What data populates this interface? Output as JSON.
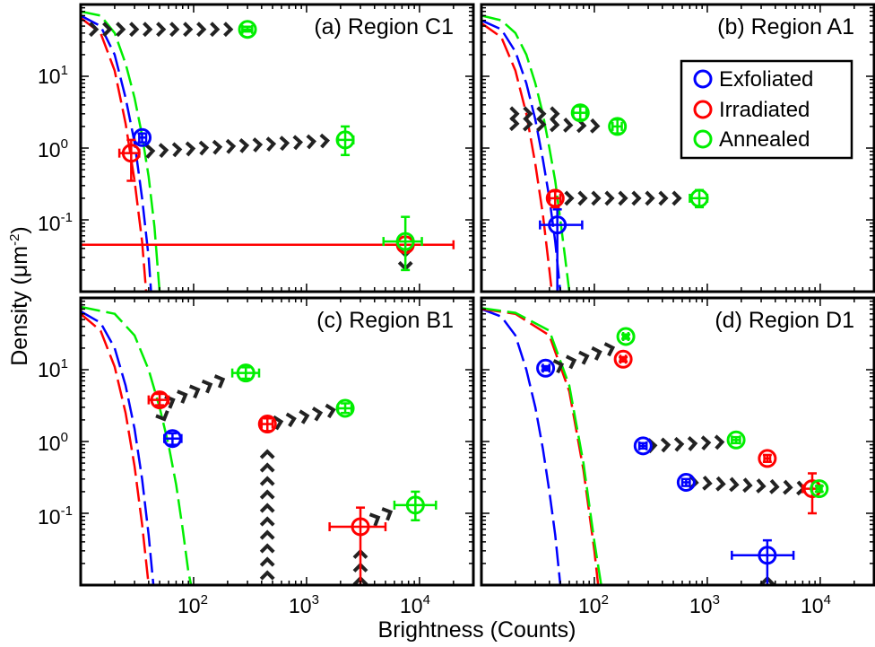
{
  "figure": {
    "xlabel": "Brightness (Counts)",
    "ylabel_main": "Density (μm",
    "ylabel_sup": "-2",
    "ylabel_close": ")",
    "legend": [
      {
        "name": "Exfoliated",
        "color": "#0000ff"
      },
      {
        "name": "Irradiated",
        "color": "#ff0000"
      },
      {
        "name": "Annealed",
        "color": "#00ee00"
      }
    ],
    "x_tick_labels": [
      {
        "base": "10",
        "exp": "2"
      },
      {
        "base": "10",
        "exp": "3"
      },
      {
        "base": "10",
        "exp": "4"
      }
    ],
    "y_tick_labels": [
      {
        "base": "10",
        "exp": "1"
      },
      {
        "base": "10",
        "exp": "0"
      },
      {
        "base": "10",
        "exp": "-1"
      }
    ]
  },
  "colors": {
    "exfoliated": "#0000ff",
    "irradiated": "#ff0000",
    "annealed": "#00ee00",
    "arrow": "#222222"
  },
  "chart_data": [
    {
      "type": "scatter",
      "title": "(a) Region C1",
      "xscale": "log",
      "yscale": "log",
      "xlim": [
        10,
        30000
      ],
      "ylim": [
        0.01,
        100
      ],
      "series": [
        {
          "name": "Exfoliated",
          "points": [
            {
              "x": 35,
              "y": 1.4,
              "xerr": [
                33,
                38
              ],
              "yerr": [
                1.2,
                1.6
              ]
            }
          ]
        },
        {
          "name": "Irradiated",
          "points": [
            {
              "x": 28,
              "y": 0.85,
              "xerr": [
                22,
                33
              ],
              "yerr": [
                0.35,
                1.3
              ]
            },
            {
              "x": 7500,
              "y": 0.045,
              "xerr": [
                10,
                20000
              ],
              "yerr": [
                0.045,
                0.045
              ]
            }
          ]
        },
        {
          "name": "Annealed",
          "points": [
            {
              "x": 300,
              "y": 45,
              "xerr": [
                270,
                330
              ],
              "yerr": [
                42,
                49
              ]
            },
            {
              "x": 2200,
              "y": 1.3,
              "xerr": [
                1900,
                2600
              ],
              "yerr": [
                0.8,
                2.0
              ]
            },
            {
              "x": 7500,
              "y": 0.05,
              "xerr": [
                4800,
                10500
              ],
              "yerr": [
                0.02,
                0.11
              ]
            }
          ]
        }
      ],
      "fits": [
        {
          "name": "Exfoliated",
          "curve": [
            [
              10,
              70
            ],
            [
              15,
              50
            ],
            [
              20,
              20
            ],
            [
              25,
              5
            ],
            [
              30,
              1.2
            ],
            [
              35,
              0.2
            ],
            [
              40,
              0.03
            ],
            [
              42,
              0.01
            ]
          ]
        },
        {
          "name": "Irradiated",
          "curve": [
            [
              10,
              65
            ],
            [
              15,
              40
            ],
            [
              20,
              12
            ],
            [
              25,
              2.2
            ],
            [
              30,
              0.35
            ],
            [
              35,
              0.05
            ],
            [
              38,
              0.01
            ]
          ]
        },
        {
          "name": "Annealed",
          "curve": [
            [
              10,
              80
            ],
            [
              15,
              70
            ],
            [
              20,
              40
            ],
            [
              25,
              15
            ],
            [
              30,
              5
            ],
            [
              35,
              1.5
            ],
            [
              40,
              0.4
            ],
            [
              45,
              0.08
            ],
            [
              50,
              0.01
            ]
          ]
        }
      ],
      "transitions": [
        {
          "from": [
            12,
            45
          ],
          "to": [
            280,
            45
          ]
        },
        {
          "from": [
            38,
            0.9
          ],
          "to": [
            2000,
            1.3
          ]
        },
        {
          "from": [
            7500,
            0.04
          ],
          "to": [
            7500,
            0.012
          ]
        }
      ]
    },
    {
      "type": "scatter",
      "title": "(b) Region A1",
      "xscale": "log",
      "yscale": "log",
      "xlim": [
        10,
        30000
      ],
      "ylim": [
        0.01,
        100
      ],
      "legend_position": "top-right",
      "series": [
        {
          "name": "Exfoliated",
          "points": [
            {
              "x": 47,
              "y": 0.085,
              "xerr": [
                33,
                78
              ],
              "yerr": [
                0.01,
                0.14
              ]
            }
          ]
        },
        {
          "name": "Irradiated",
          "points": [
            {
              "x": 45,
              "y": 0.2,
              "xerr": [
                40,
                50
              ],
              "yerr": [
                0.15,
                0.25
              ]
            }
          ]
        },
        {
          "name": "Annealed",
          "points": [
            {
              "x": 75,
              "y": 3.1,
              "xerr": [
                65,
                85
              ],
              "yerr": [
                2.5,
                3.8
              ]
            },
            {
              "x": 160,
              "y": 2.0,
              "xerr": [
                145,
                175
              ],
              "yerr": [
                1.6,
                2.5
              ]
            },
            {
              "x": 850,
              "y": 0.2,
              "xerr": [
                700,
                1000
              ],
              "yerr": [
                0.15,
                0.26
              ]
            }
          ]
        }
      ],
      "fits": [
        {
          "name": "Exfoliated",
          "curve": [
            [
              10,
              60
            ],
            [
              15,
              45
            ],
            [
              20,
              22
            ],
            [
              25,
              8
            ],
            [
              30,
              2.5
            ],
            [
              35,
              0.7
            ],
            [
              40,
              0.2
            ],
            [
              45,
              0.05
            ],
            [
              50,
              0.01
            ]
          ]
        },
        {
          "name": "Irradiated",
          "curve": [
            [
              10,
              55
            ],
            [
              15,
              35
            ],
            [
              20,
              12
            ],
            [
              25,
              3
            ],
            [
              30,
              0.6
            ],
            [
              35,
              0.12
            ],
            [
              40,
              0.02
            ],
            [
              42,
              0.01
            ]
          ]
        },
        {
          "name": "Annealed",
          "curve": [
            [
              10,
              70
            ],
            [
              15,
              60
            ],
            [
              20,
              40
            ],
            [
              25,
              20
            ],
            [
              30,
              8
            ],
            [
              35,
              3
            ],
            [
              40,
              1.0
            ],
            [
              45,
              0.35
            ],
            [
              50,
              0.1
            ],
            [
              55,
              0.03
            ],
            [
              60,
              0.01
            ]
          ]
        }
      ],
      "transitions": [
        {
          "from": [
            18,
            3.0
          ],
          "to": [
            65,
            3.0
          ]
        },
        {
          "from": [
            18,
            2.2
          ],
          "to": [
            140,
            2.0
          ]
        },
        {
          "from": [
            55,
            0.2
          ],
          "to": [
            750,
            0.2
          ]
        }
      ]
    },
    {
      "type": "scatter",
      "title": "(c) Region B1",
      "xscale": "log",
      "yscale": "log",
      "xlim": [
        10,
        30000
      ],
      "ylim": [
        0.01,
        100
      ],
      "series": [
        {
          "name": "Exfoliated",
          "points": [
            {
              "x": 65,
              "y": 1.1,
              "xerr": [
                55,
                78
              ],
              "yerr": [
                0.9,
                1.3
              ]
            }
          ]
        },
        {
          "name": "Irradiated",
          "points": [
            {
              "x": 50,
              "y": 3.8,
              "xerr": [
                40,
                60
              ],
              "yerr": [
                3.2,
                4.6
              ]
            },
            {
              "x": 450,
              "y": 1.75,
              "xerr": [
                400,
                500
              ],
              "yerr": [
                1.4,
                2.1
              ]
            },
            {
              "x": 3000,
              "y": 0.065,
              "xerr": [
                1600,
                5000
              ],
              "yerr": [
                0.01,
                0.12
              ]
            }
          ]
        },
        {
          "name": "Annealed",
          "points": [
            {
              "x": 290,
              "y": 9.0,
              "xerr": [
                220,
                380
              ],
              "yerr": [
                7.5,
                10.8
              ]
            },
            {
              "x": 2200,
              "y": 2.9,
              "xerr": [
                1900,
                2500
              ],
              "yerr": [
                2.5,
                3.4
              ]
            },
            {
              "x": 9200,
              "y": 0.13,
              "xerr": [
                6000,
                14000
              ],
              "yerr": [
                0.08,
                0.2
              ]
            }
          ]
        }
      ],
      "fits": [
        {
          "name": "Exfoliated",
          "curve": [
            [
              10,
              65
            ],
            [
              15,
              45
            ],
            [
              20,
              20
            ],
            [
              25,
              6
            ],
            [
              30,
              1.5
            ],
            [
              35,
              0.3
            ],
            [
              40,
              0.05
            ],
            [
              44,
              0.01
            ]
          ]
        },
        {
          "name": "Irradiated",
          "curve": [
            [
              10,
              60
            ],
            [
              15,
              35
            ],
            [
              20,
              11
            ],
            [
              25,
              2.5
            ],
            [
              30,
              0.45
            ],
            [
              35,
              0.07
            ],
            [
              40,
              0.01
            ]
          ]
        },
        {
          "name": "Annealed",
          "curve": [
            [
              10,
              75
            ],
            [
              20,
              60
            ],
            [
              30,
              30
            ],
            [
              40,
              10
            ],
            [
              50,
              3
            ],
            [
              60,
              0.9
            ],
            [
              70,
              0.25
            ],
            [
              80,
              0.06
            ],
            [
              90,
              0.015
            ],
            [
              95,
              0.01
            ]
          ]
        }
      ],
      "transitions": [
        {
          "from": [
            58,
            3.5
          ],
          "to": [
            250,
            9.0
          ]
        },
        {
          "from": [
            52,
            2.5
          ],
          "to": [
            60,
            1.5
          ]
        },
        {
          "from": [
            450,
            0.012
          ],
          "to": [
            450,
            1.3
          ]
        },
        {
          "from": [
            520,
            1.8
          ],
          "to": [
            2000,
            2.9
          ]
        },
        {
          "from": [
            3000,
            0.01
          ],
          "to": [
            3000,
            0.045
          ]
        },
        {
          "from": [
            3800,
            0.08
          ],
          "to": [
            7500,
            0.13
          ]
        }
      ]
    },
    {
      "type": "scatter",
      "title": "(d) Region D1",
      "xscale": "log",
      "yscale": "log",
      "xlim": [
        10,
        30000
      ],
      "ylim": [
        0.01,
        100
      ],
      "series": [
        {
          "name": "Exfoliated",
          "points": [
            {
              "x": 37,
              "y": 10.5,
              "xerr": [
                35,
                40
              ],
              "yerr": [
                9.8,
                11.2
              ]
            },
            {
              "x": 270,
              "y": 0.87,
              "xerr": [
                250,
                290
              ],
              "yerr": [
                0.8,
                0.95
              ]
            },
            {
              "x": 650,
              "y": 0.27,
              "xerr": [
                600,
                700
              ],
              "yerr": [
                0.24,
                0.3
              ]
            },
            {
              "x": 3400,
              "y": 0.026,
              "xerr": [
                1650,
                5800
              ],
              "yerr": [
                0.01,
                0.042
              ]
            }
          ]
        },
        {
          "name": "Irradiated",
          "points": [
            {
              "x": 180,
              "y": 14,
              "xerr": [
                170,
                190
              ],
              "yerr": [
                13,
                15
              ]
            },
            {
              "x": 3400,
              "y": 0.58,
              "xerr": [
                3200,
                3600
              ],
              "yerr": [
                0.52,
                0.65
              ]
            },
            {
              "x": 8500,
              "y": 0.22,
              "xerr": [
                7000,
                10000
              ],
              "yerr": [
                0.1,
                0.36
              ]
            }
          ]
        },
        {
          "name": "Annealed",
          "points": [
            {
              "x": 190,
              "y": 29,
              "xerr": [
                180,
                200
              ],
              "yerr": [
                27,
                31
              ]
            },
            {
              "x": 1800,
              "y": 1.05,
              "xerr": [
                1650,
                1950
              ],
              "yerr": [
                0.95,
                1.15
              ]
            },
            {
              "x": 9800,
              "y": 0.22,
              "xerr": [
                9300,
                10300
              ],
              "yerr": [
                0.2,
                0.24
              ]
            }
          ]
        }
      ],
      "fits": [
        {
          "name": "Exfoliated",
          "curve": [
            [
              10,
              70
            ],
            [
              15,
              55
            ],
            [
              20,
              30
            ],
            [
              25,
              10
            ],
            [
              30,
              3
            ],
            [
              35,
              0.8
            ],
            [
              40,
              0.2
            ],
            [
              45,
              0.05
            ],
            [
              50,
              0.01
            ]
          ]
        },
        {
          "name": "Irradiated",
          "curve": [
            [
              10,
              70
            ],
            [
              20,
              60
            ],
            [
              40,
              30
            ],
            [
              60,
              5
            ],
            [
              80,
              0.4
            ],
            [
              100,
              0.03
            ],
            [
              108,
              0.01
            ]
          ]
        },
        {
          "name": "Annealed",
          "curve": [
            [
              10,
              72
            ],
            [
              20,
              62
            ],
            [
              40,
              35
            ],
            [
              60,
              6
            ],
            [
              80,
              0.5
            ],
            [
              100,
              0.04
            ],
            [
              115,
              0.01
            ]
          ]
        }
      ],
      "transitions": [
        {
          "from": [
            45,
            11
          ],
          "to": [
            170,
            22
          ]
        },
        {
          "from": [
            300,
            0.87
          ],
          "to": [
            1650,
            1.0
          ]
        },
        {
          "from": [
            700,
            0.27
          ],
          "to": [
            8500,
            0.22
          ]
        },
        {
          "from": [
            3400,
            0.01
          ],
          "to": [
            3400,
            0.012
          ]
        }
      ]
    }
  ]
}
